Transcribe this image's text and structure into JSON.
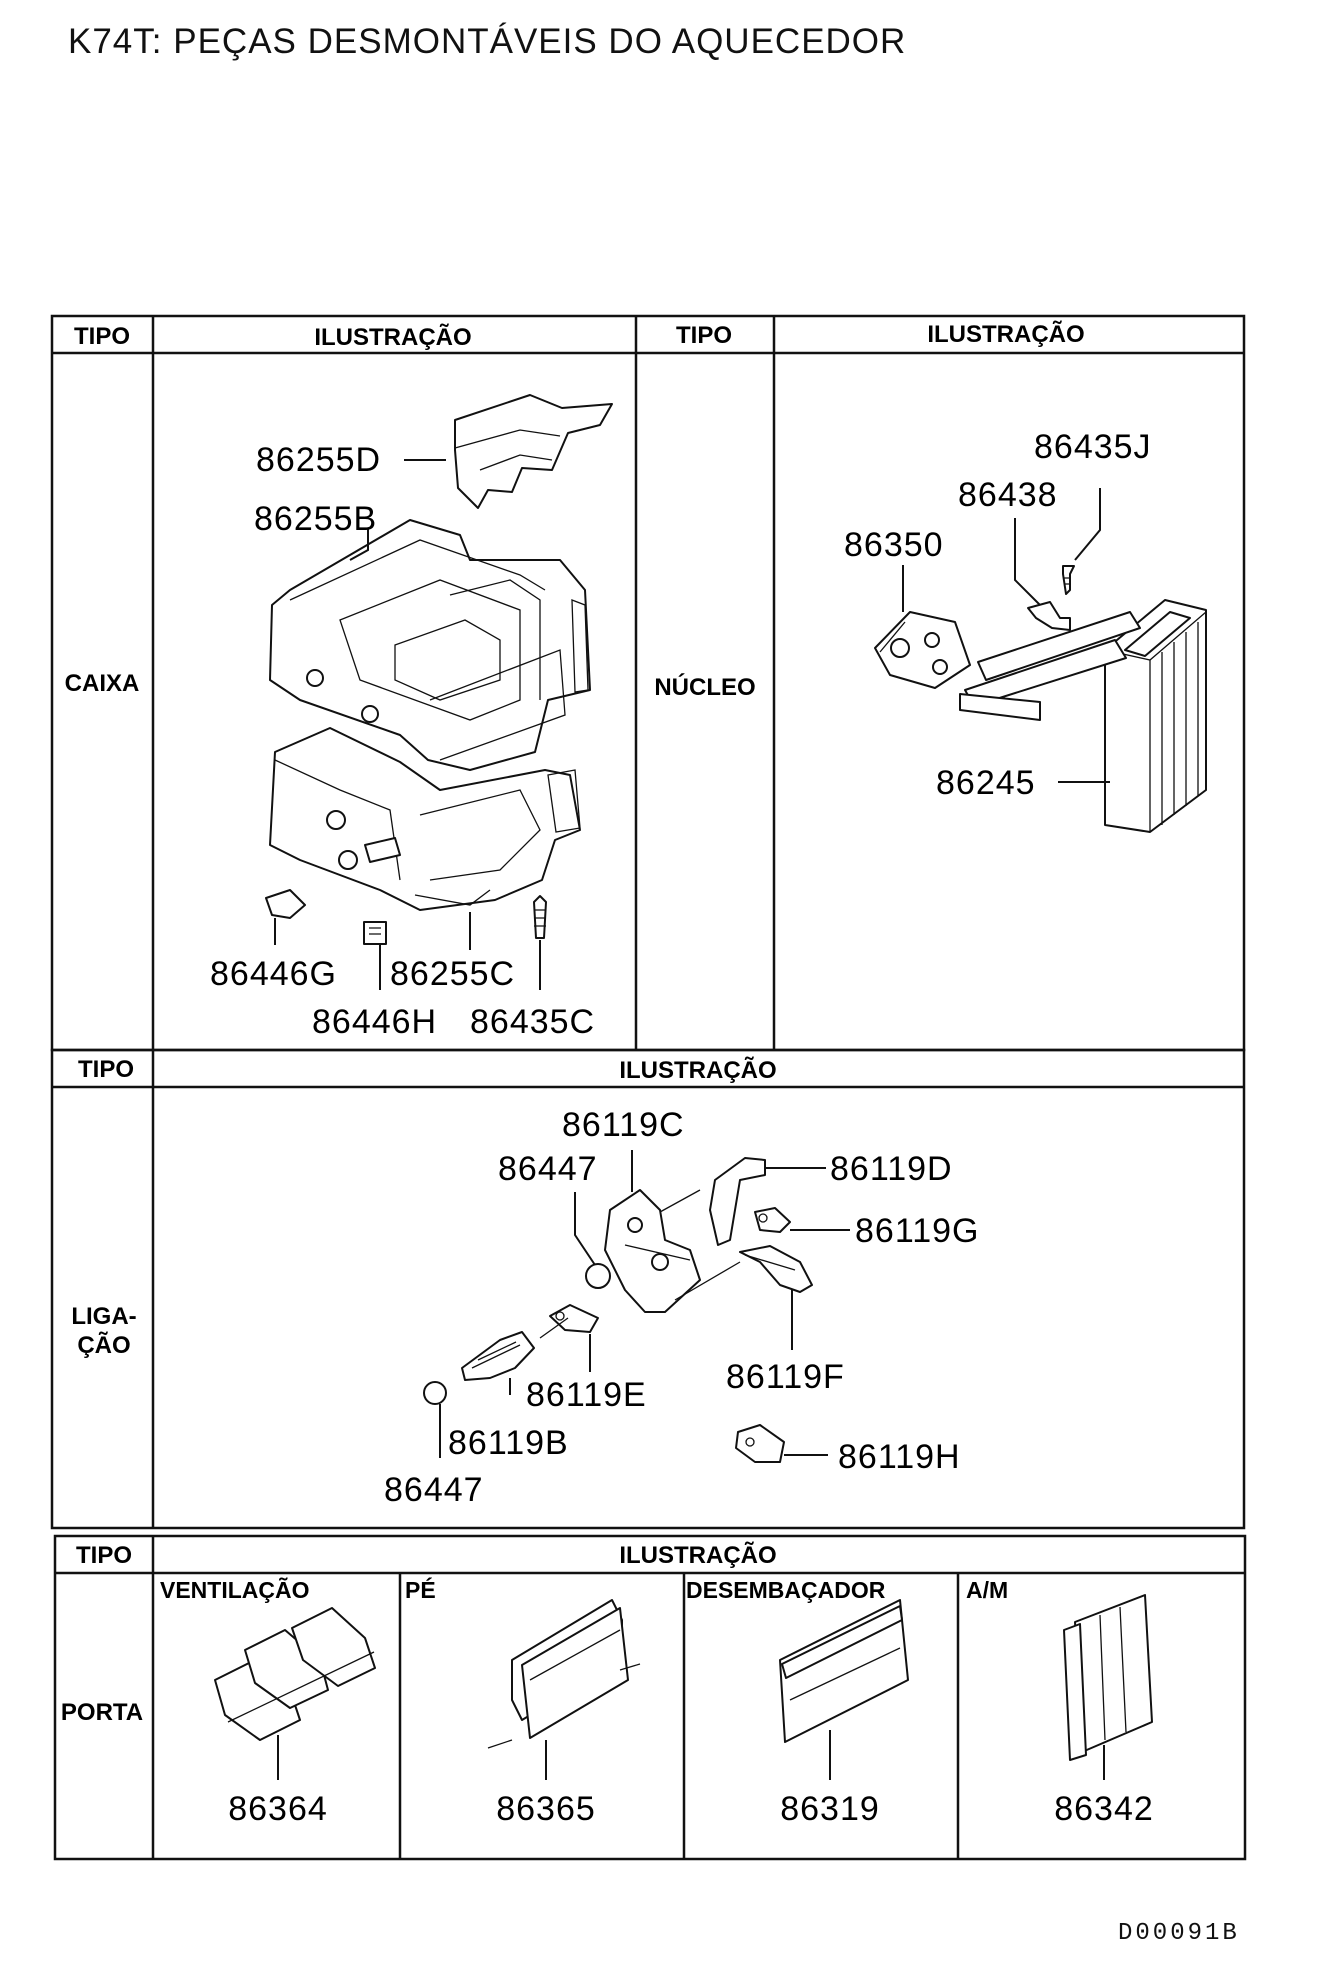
{
  "page_title": "K74T: PEÇAS DESMONTÁVEIS DO AQUECEDOR",
  "sheet_code": "D00091B",
  "headers": {
    "tipo": "TIPO",
    "ilustracao": "ILUSTRAÇÃO"
  },
  "sections": {
    "caixa": {
      "type_label": "CAIXA",
      "parts": [
        "86255D",
        "86255B",
        "86446G",
        "86255C",
        "86446H",
        "86435C"
      ]
    },
    "nucleo": {
      "type_label": "NÚCLEO",
      "parts": [
        "86435J",
        "86438",
        "86350",
        "86245"
      ]
    },
    "ligacao": {
      "type_label_line1": "LIGA-",
      "type_label_line2": "ÇÃO",
      "parts": [
        "86119C",
        "86447",
        "86119D",
        "86119G",
        "86119F",
        "86119E",
        "86119B",
        "86447",
        "86119H"
      ]
    },
    "porta": {
      "type_label": "PORTA",
      "doors": [
        {
          "label": "VENTILAÇÃO",
          "part": "86364"
        },
        {
          "label": "PÉ",
          "part": "86365"
        },
        {
          "label": "DESEMBAÇADOR",
          "part": "86319"
        },
        {
          "label": "A/M",
          "part": "86342"
        }
      ]
    }
  }
}
